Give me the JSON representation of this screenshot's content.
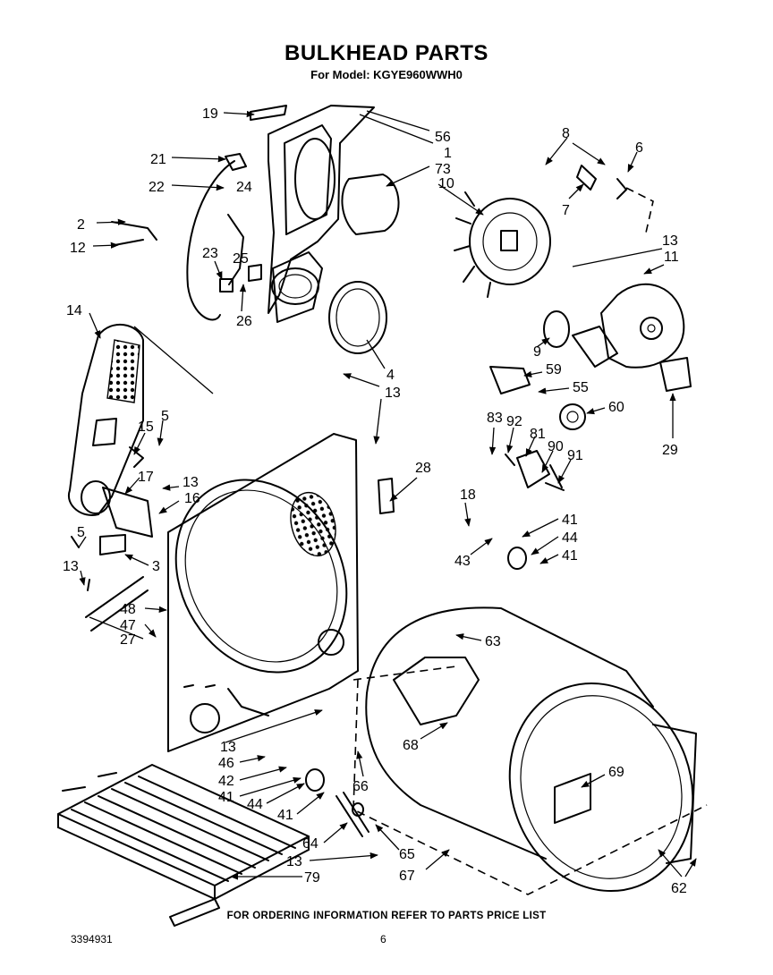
{
  "header": {
    "title": "BULKHEAD PARTS",
    "subtitle": "For Model: KGYE960WWH0"
  },
  "footer": {
    "ordering_note": "FOR ORDERING INFORMATION REFER TO PARTS PRICE LIST",
    "document_number": "3394931",
    "page_number": "6"
  },
  "callouts": {
    "c19": "19",
    "c56": "56",
    "c1": "1",
    "c73": "73",
    "c21": "21",
    "c22": "22",
    "c24": "24",
    "c2": "2",
    "c12": "12",
    "c23": "23",
    "c25": "25",
    "c26": "26",
    "c8": "8",
    "c6": "6",
    "c7": "7",
    "c10": "10",
    "c13a": "13",
    "c11": "11",
    "c14": "14",
    "c4": "4",
    "c9": "9",
    "c13b": "13",
    "c59": "59",
    "c55": "55",
    "c60": "60",
    "c29": "29",
    "c15": "15",
    "c5a": "5",
    "c83": "83",
    "c92": "92",
    "c81": "81",
    "c90": "90",
    "c91": "91",
    "c28": "28",
    "c17": "17",
    "c13c": "13",
    "c16": "16",
    "c5b": "5",
    "c18": "18",
    "c41a": "41",
    "c44a": "44",
    "c41b": "41",
    "c43": "43",
    "c13d": "13",
    "c3": "3",
    "c48": "48",
    "c47": "47",
    "c27": "27",
    "c63": "63",
    "c68": "68",
    "c13e": "13",
    "c46": "46",
    "c42": "42",
    "c41c": "41",
    "c44b": "44",
    "c41d": "41",
    "c66": "66",
    "c69": "69",
    "c64": "64",
    "c65": "65",
    "c13f": "13",
    "c67": "67",
    "c79": "79",
    "c62": "62"
  }
}
